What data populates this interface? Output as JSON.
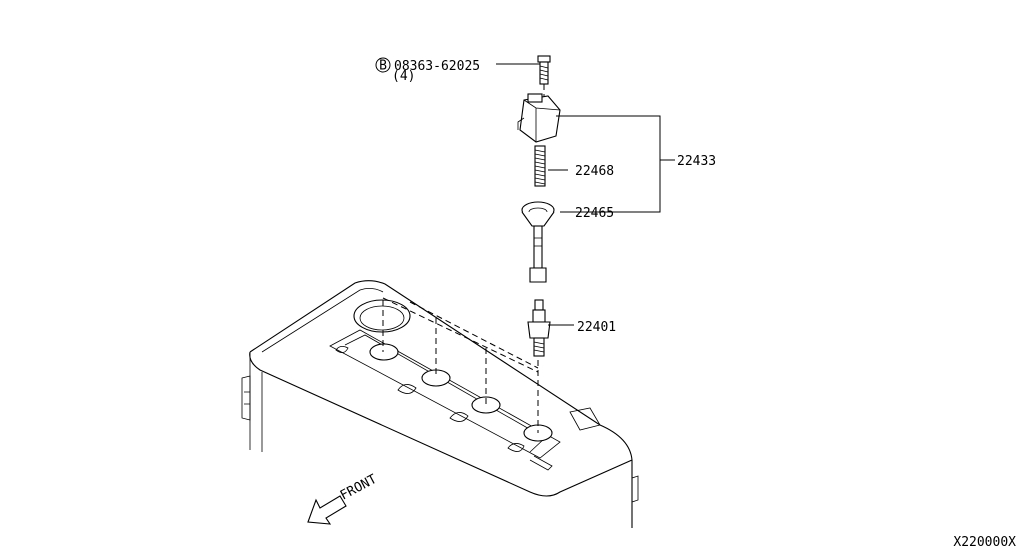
{
  "diagram": {
    "bolt_badge": "B",
    "bolt_part_number": "08363-62025",
    "bolt_quantity": "(4)",
    "parts": {
      "coil_assembly": "22433",
      "spring": "22468",
      "boot": "22465",
      "spark_plug": "22401"
    },
    "front_label": "FRONT",
    "figure_code": "X220000X"
  }
}
